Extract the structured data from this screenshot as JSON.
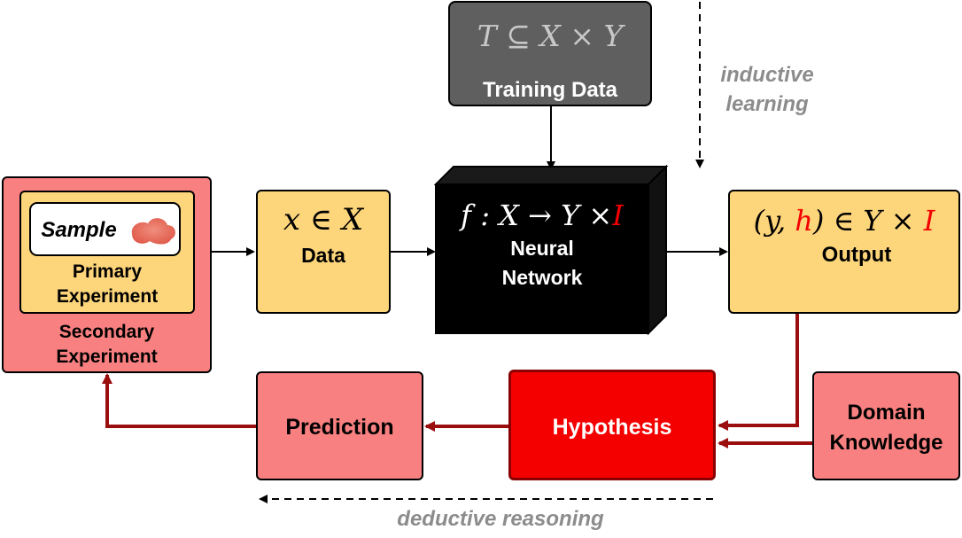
{
  "boxes": {
    "secondary_experiment": {
      "label_line1": "Secondary",
      "label_line2": "Experiment"
    },
    "primary_experiment": {
      "label_line1": "Primary",
      "label_line2": "Experiment"
    },
    "sample": {
      "label": "Sample"
    },
    "data": {
      "math": "x ∈ X",
      "label": "Data"
    },
    "neural_network": {
      "math_prefix": "f : X → Y ×",
      "math_red": "I",
      "label_line1": "Neural",
      "label_line2": "Network"
    },
    "training_data": {
      "math": "T ⊆ X × Y",
      "label": "Training Data"
    },
    "output": {
      "math_open": "(y, ",
      "math_red": "h",
      "math_mid": ") ∈ Y × ",
      "math_red2": "I",
      "label": "Output"
    },
    "hypothesis": {
      "label": "Hypothesis"
    },
    "prediction": {
      "label": "Prediction"
    },
    "domain_knowledge": {
      "label_line1": "Domain",
      "label_line2": "Knowledge"
    }
  },
  "annotations": {
    "inductive": {
      "line1": "inductive",
      "line2": "learning"
    },
    "deductive": {
      "label": "deductive reasoning"
    }
  },
  "colors": {
    "yellow_box": "#fdd57a",
    "pink_box": "#f98080",
    "hypothesis_red": "#f40000",
    "dark_red_arrow": "#9a0e0e",
    "training_gray": "#5f5f5f",
    "annotation_gray": "#8c8c8c",
    "sample_blob": "#e75a4c"
  }
}
